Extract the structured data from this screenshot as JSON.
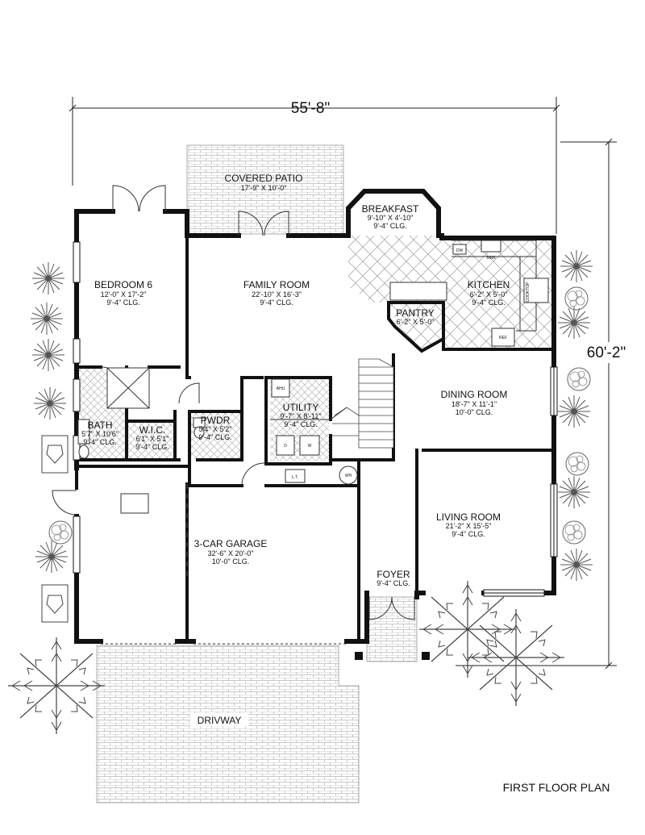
{
  "overall": {
    "width_label": "55'-8\"",
    "depth_label": "60'-2\""
  },
  "title": "FIRST FLOOR PLAN",
  "rooms": {
    "covered_patio": {
      "name": "COVERED PATIO",
      "dims": "17'-9\" X 10'-0\""
    },
    "breakfast": {
      "name": "BREAKFAST",
      "dims": "9'-10\" X 4'-10\"",
      "clg": "9'-4\" CLG."
    },
    "bedroom6": {
      "name": "BEDROOM 6",
      "dims": "12'-0\" X 17'-2\"",
      "clg": "9'-4\" CLG."
    },
    "family_room": {
      "name": "FAMILY ROOM",
      "dims": "22'-10\" X 16'-3\"",
      "clg": "9'-4\" CLG."
    },
    "kitchen": {
      "name": "KITCHEN",
      "dims": "6'-2\" X 5'-0\"",
      "clg": "9'-4\" CLG."
    },
    "pantry": {
      "name": "PANTRY",
      "dims": "6'-2\" X 5'-0\""
    },
    "utility": {
      "name": "UTILITY",
      "dims": "9'-7\" X 8'-11\"",
      "clg": "9'-4\" CLG."
    },
    "dining_room": {
      "name": "DINING ROOM",
      "dims": "18'-7\" X 11'-1\"",
      "clg": "10'-0\" CLG."
    },
    "bath": {
      "name": "BATH",
      "dims": "5'7\" X 10'6\"",
      "clg": "9'-4\" CLG."
    },
    "wic": {
      "name": "W.I.C.",
      "dims": "6'1\" X 5'1\"",
      "clg": "9'-4\" CLG."
    },
    "pwdr": {
      "name": "PWDR",
      "dims": "5'4\" X 5'2\"",
      "clg": "9'-4\" CLG."
    },
    "living_room": {
      "name": "LIVING ROOM",
      "dims": "21'-2\" X 15'-5\"",
      "clg": "9'-4\" CLG."
    },
    "garage": {
      "name": "3-CAR GARAGE",
      "dims": "32'-6\" X 20'-0\"",
      "clg": "10'-0\" CLG."
    },
    "foyer": {
      "name": "FOYER",
      "clg": "9'-4\" CLG."
    },
    "driveway": {
      "name": "DRIVWAY"
    }
  },
  "fixtures": {
    "dw": "DW",
    "sink": "SINK",
    "cooktop": "COOKTOP",
    "ref": "REF",
    "ahu": "AHU",
    "dryer": "D",
    "washer": "W",
    "wh": "WH",
    "lt": "L.T."
  }
}
